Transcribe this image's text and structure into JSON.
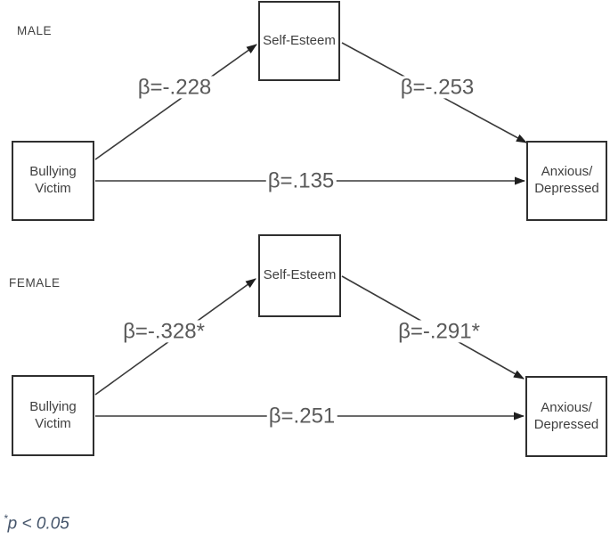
{
  "sections": [
    {
      "title": "MALE",
      "boxes": {
        "predictor": "Bullying\nVictim",
        "mediator": "Self-Esteem",
        "outcome": "Anxious/\nDepressed"
      },
      "paths": {
        "to_mediator": "β=-.228",
        "from_mediator": "β=-.253",
        "direct": "β=.135"
      }
    },
    {
      "title": "FEMALE",
      "boxes": {
        "predictor": "Bullying\nVictim",
        "mediator": "Self-Esteem",
        "outcome": "Anxious/\nDepressed"
      },
      "paths": {
        "to_mediator": "β=-.328*",
        "from_mediator": "β=-.291*",
        "direct": "β=.251"
      }
    }
  ],
  "footnote": {
    "asterisk": "*",
    "text": "p < 0.05"
  },
  "colors": {
    "line": "#3a3a3a",
    "box_border": "#2f2f2f",
    "box_text": "#3f3f3f",
    "coefficient_text": "#595959",
    "footnote_text": "#44546A"
  }
}
